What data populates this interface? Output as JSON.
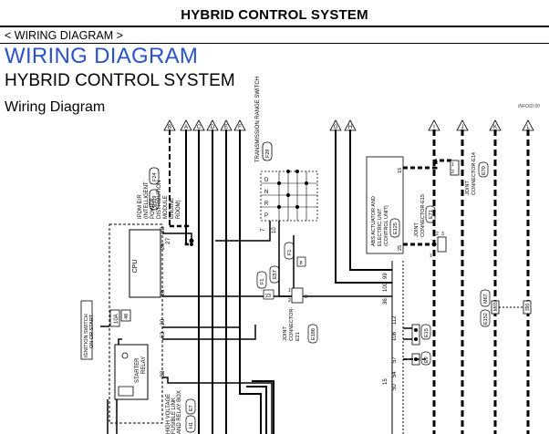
{
  "header": {
    "section_title": "HYBRID CONTROL SYSTEM",
    "breadcrumb": "< WIRING DIAGRAM >",
    "heading": "WIRING DIAGRAM",
    "subheading": "HYBRID CONTROL SYSTEM",
    "section": "Wiring Diagram",
    "info_id": "INFOID:00"
  },
  "diagram": {
    "connector_flags": [
      "B",
      "A",
      "C",
      "D",
      "E",
      "F",
      "G",
      "H",
      "I",
      "J",
      "K",
      "L"
    ],
    "ipdm": {
      "name": "IPDM E/R (INTELLIGENT POWER DISTRIBUTION MODULE ENGINE ROOM)",
      "connector_id": "E119",
      "connector_ref": "F24",
      "cpu": "CPU",
      "pins": [
        "28",
        "26",
        "27",
        "66",
        "20",
        "63",
        "33"
      ]
    },
    "transmission_switch": {
      "name": "TRANSMISSION RANGE SWITCH",
      "connector_id": "F29",
      "positions": [
        "P",
        "R",
        "N",
        "D"
      ],
      "pins": [
        "7",
        "10"
      ]
    },
    "abs": {
      "name": "ABS ACTUATOR AND ELECTRIC UNIT (CONTROL UNIT)",
      "connector_id": "E125",
      "pins": [
        "15",
        "25"
      ]
    },
    "joint_connectors": {
      "e14": "JOINT CONNECTOR-E14",
      "e14_id": "E70",
      "e15": "JOINT CONNECTOR-E15",
      "e15_id": "E71",
      "e21": "JOINT CONNECTOR-E21",
      "e21_id": "E188"
    },
    "ignition_switch": "IGNITION SWITCH ON OR START",
    "relay_10a": "10A",
    "relay_10a_num": "48",
    "starter_relay": "STARTER RELAY",
    "relay_box": "HIGH VOLTAGE FUSIBLE LINK AND RELAY BOX",
    "relay_box_id": "H1",
    "relay_box_id2": "E7",
    "wire_refs": [
      "F1",
      "E57",
      "F1",
      "23",
      "E57",
      "8",
      "E15",
      "E9",
      "E152",
      "M67",
      "M65",
      "390"
    ],
    "pin_numbers": [
      "1",
      "2",
      "3",
      "99",
      "100",
      "36",
      "108",
      "112",
      "57",
      "54",
      "50",
      "15",
      "1",
      "2",
      "1",
      "3",
      "1",
      "2",
      "48",
      "36",
      "8"
    ]
  }
}
